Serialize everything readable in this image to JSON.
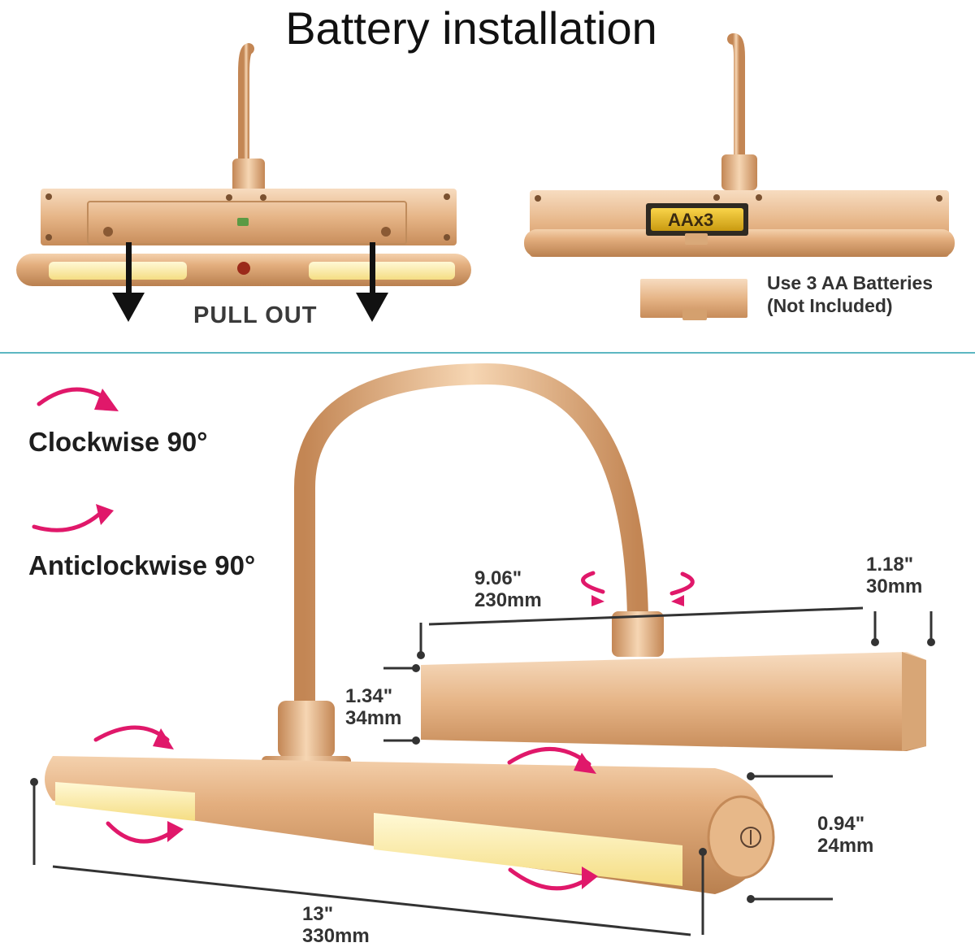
{
  "title": "Battery installation",
  "battery_panel": {
    "pull_label": "PULL OUT",
    "battery_label": "AAx3",
    "note_line1": "Use 3 AA Batteries",
    "note_line2": "(Not Included)"
  },
  "rotation": {
    "clockwise_label": "Clockwise 90°",
    "anticlockwise_label": "Anticlockwise 90°"
  },
  "dimensions": {
    "width_in": "9.06\"",
    "width_mm": "230mm",
    "depth_in": "1.18\"",
    "depth_mm": "30mm",
    "height_in": "1.34\"",
    "height_mm": "34mm",
    "tube_in": "0.94\"",
    "tube_mm": "24mm",
    "length_in": "13\"",
    "length_mm": "330mm"
  },
  "colors": {
    "gold": "#e8b98a",
    "gold_dark": "#c98e5c",
    "accent_pink": "#e0186a",
    "divider": "#5db7c2",
    "led": "#fff3b0"
  },
  "icons": [
    "arrow-down-icon",
    "rotate-arrow-icon",
    "power-icon"
  ]
}
